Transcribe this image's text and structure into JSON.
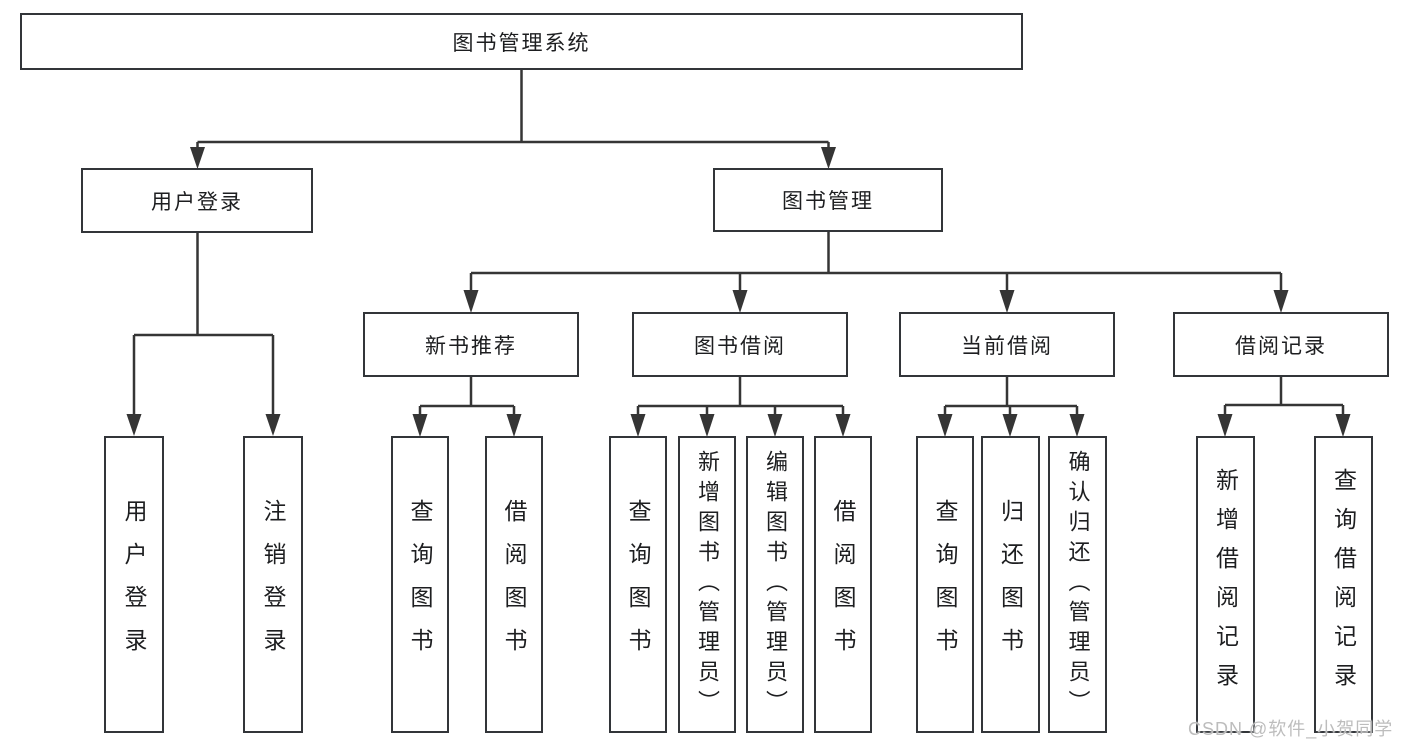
{
  "colors": {
    "line": "#353535",
    "box_border": "#323539",
    "text": "#1d1e20",
    "background": "#ffffff",
    "watermark": "#bdbdbd"
  },
  "watermark": {
    "text": "CSDN @软件_小贺同学"
  },
  "tree": {
    "label": "图书管理系统",
    "children": [
      {
        "label": "用户登录",
        "children": [
          {
            "label": "用户登录"
          },
          {
            "label": "注销登录"
          }
        ]
      },
      {
        "label": "图书管理",
        "children": [
          {
            "label": "新书推荐",
            "children": [
              {
                "label": "查询图书"
              },
              {
                "label": "借阅图书"
              }
            ]
          },
          {
            "label": "图书借阅",
            "children": [
              {
                "label": "查询图书"
              },
              {
                "label": "新增图书（管理员）"
              },
              {
                "label": "编辑图书（管理员）"
              },
              {
                "label": "借阅图书"
              }
            ]
          },
          {
            "label": "当前借阅",
            "children": [
              {
                "label": "查询图书"
              },
              {
                "label": "归还图书"
              },
              {
                "label": "确认归还（管理员）"
              }
            ]
          },
          {
            "label": "借阅记录",
            "children": [
              {
                "label": "新增借阅记录"
              },
              {
                "label": "查询借阅记录"
              }
            ]
          }
        ]
      }
    ]
  }
}
